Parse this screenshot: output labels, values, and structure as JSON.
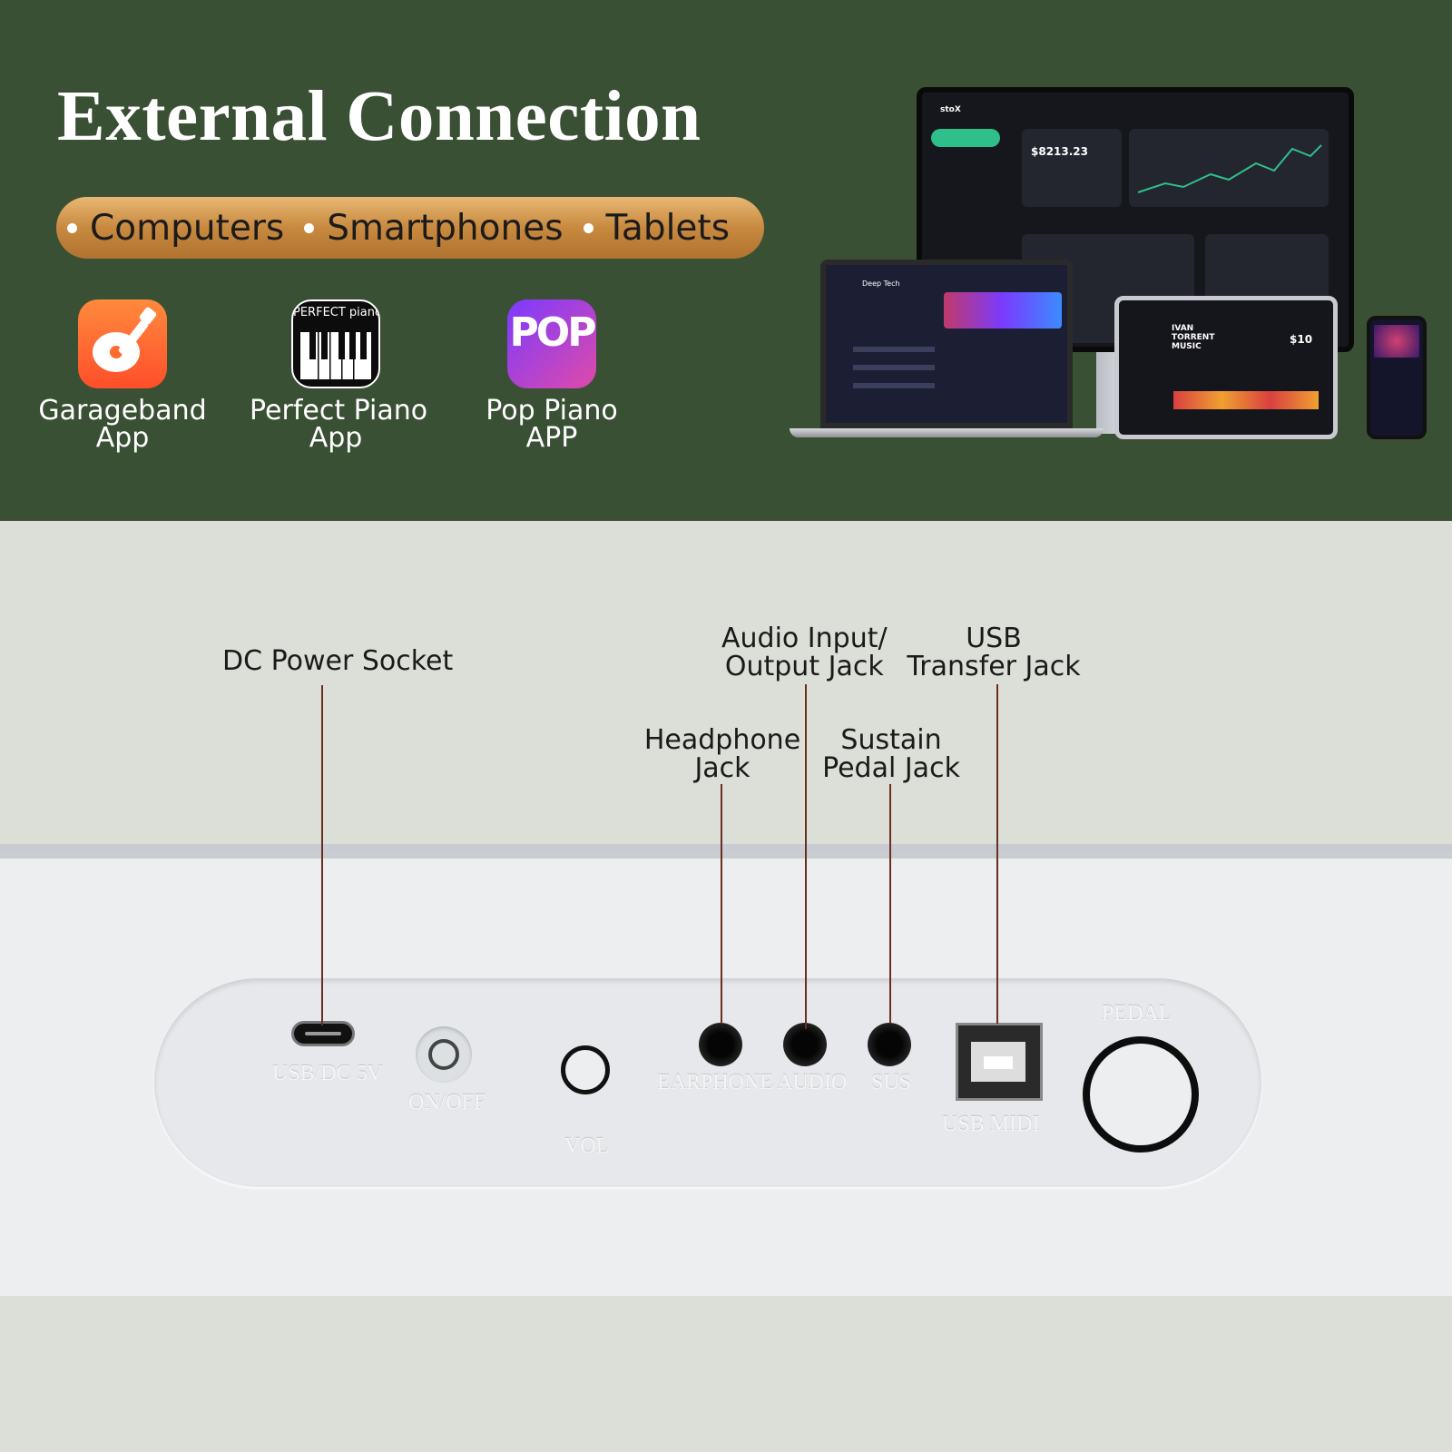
{
  "title": "External Connection",
  "devices_pill": [
    "Computers",
    "Smartphones",
    "Tablets"
  ],
  "apps": [
    {
      "icon": "garageband-guitar-icon",
      "line1": "Garageband",
      "line2": "App"
    },
    {
      "icon": "perfect-piano-icon",
      "line1": "Perfect Piano",
      "line2": "App",
      "logo_text": "PERFECT piano"
    },
    {
      "icon": "pop-piano-icon",
      "line1": "Pop Piano",
      "line2": "APP",
      "logo_text": "POP"
    }
  ],
  "screens": {
    "monitor_brand": "stoX",
    "monitor_value": "$8213.23",
    "laptop_title": "Deep Tech",
    "tablet_title": "IVAN TORRENT MUSIC",
    "tablet_price": "$10"
  },
  "callouts": {
    "dc_power": "DC Power Socket",
    "audio_io_1": "Audio Input/",
    "audio_io_2": "Output Jack",
    "usb_1": "USB",
    "usb_2": "Transfer Jack",
    "headphone_1": "Headphone",
    "headphone_2": "Jack",
    "sustain_1": "Sustain",
    "sustain_2": "Pedal Jack"
  },
  "panel_labels": {
    "usb_dc": "USB/DC 5V",
    "on_off": "ON/OFF",
    "vol": "VOL",
    "earphone": "EARPHONE",
    "audio": "AUDIO",
    "sus": "SUS",
    "usb_midi": "USB MIDI",
    "pedal": "PEDAL"
  },
  "colors": {
    "top_bg": "#3a5034",
    "bottom_bg": "#dcdfd7",
    "pill_gold": "#c8893f",
    "leader_line": "#6b2e1f"
  }
}
